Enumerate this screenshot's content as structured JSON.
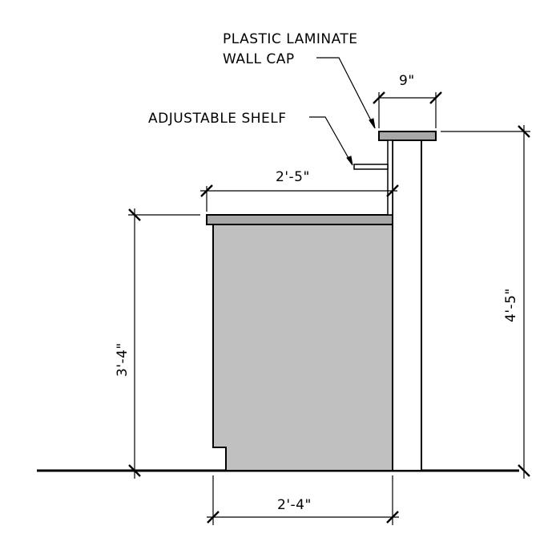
{
  "labels": {
    "wall_cap_line1": "PLASTIC LAMINATE",
    "wall_cap_line2": "WALL CAP",
    "adjustable_shelf": "ADJUSTABLE SHELF",
    "dim_wall_cap_width": "9\"",
    "dim_counter_top_width": "2'-5\"",
    "dim_base_width": "2'-4\"",
    "dim_counter_height": "3'-4\"",
    "dim_wall_height": "4'-5\""
  },
  "colors": {
    "line": "#000000",
    "cabinet_fill": "#c0c0c0",
    "countertop_fill": "#a8a8a8",
    "background": "#ffffff"
  }
}
